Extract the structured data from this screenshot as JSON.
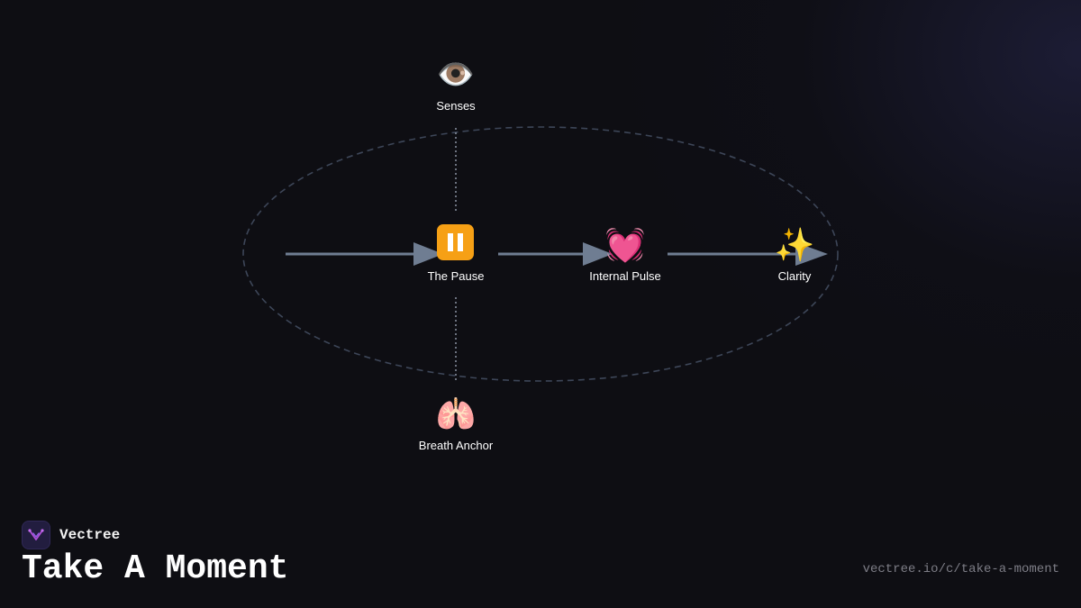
{
  "diagram": {
    "nodes": [
      {
        "id": "senses",
        "label": "Senses",
        "icon": "👁️",
        "icon_name": "eye-icon"
      },
      {
        "id": "pause",
        "label": "The Pause",
        "icon": "⏸️",
        "icon_name": "pause-icon"
      },
      {
        "id": "pulse",
        "label": "Internal Pulse",
        "icon": "💓",
        "icon_name": "beating-heart-icon"
      },
      {
        "id": "clarity",
        "label": "Clarity",
        "icon": "✨",
        "icon_name": "sparkles-icon"
      },
      {
        "id": "breath",
        "label": "Breath Anchor",
        "icon": "🫁",
        "icon_name": "lungs-icon"
      }
    ],
    "edges": [
      {
        "from": "start",
        "to": "pause",
        "style": "solid-arrow"
      },
      {
        "from": "pause",
        "to": "pulse",
        "style": "solid-arrow"
      },
      {
        "from": "pulse",
        "to": "clarity",
        "style": "solid-arrow"
      },
      {
        "from": "senses",
        "to": "pause",
        "style": "dotted"
      },
      {
        "from": "pause",
        "to": "breath",
        "style": "dotted"
      }
    ],
    "colors": {
      "edge": "#6f7d92",
      "orbit": "#3d4658",
      "dotted": "#8b93a3"
    }
  },
  "brand": {
    "name": "Vectree",
    "logo_icon": "vectree-logo-icon",
    "logo_color": "#b14fd9"
  },
  "page": {
    "title": "Take A Moment",
    "url": "vectree.io/c/take-a-moment"
  }
}
